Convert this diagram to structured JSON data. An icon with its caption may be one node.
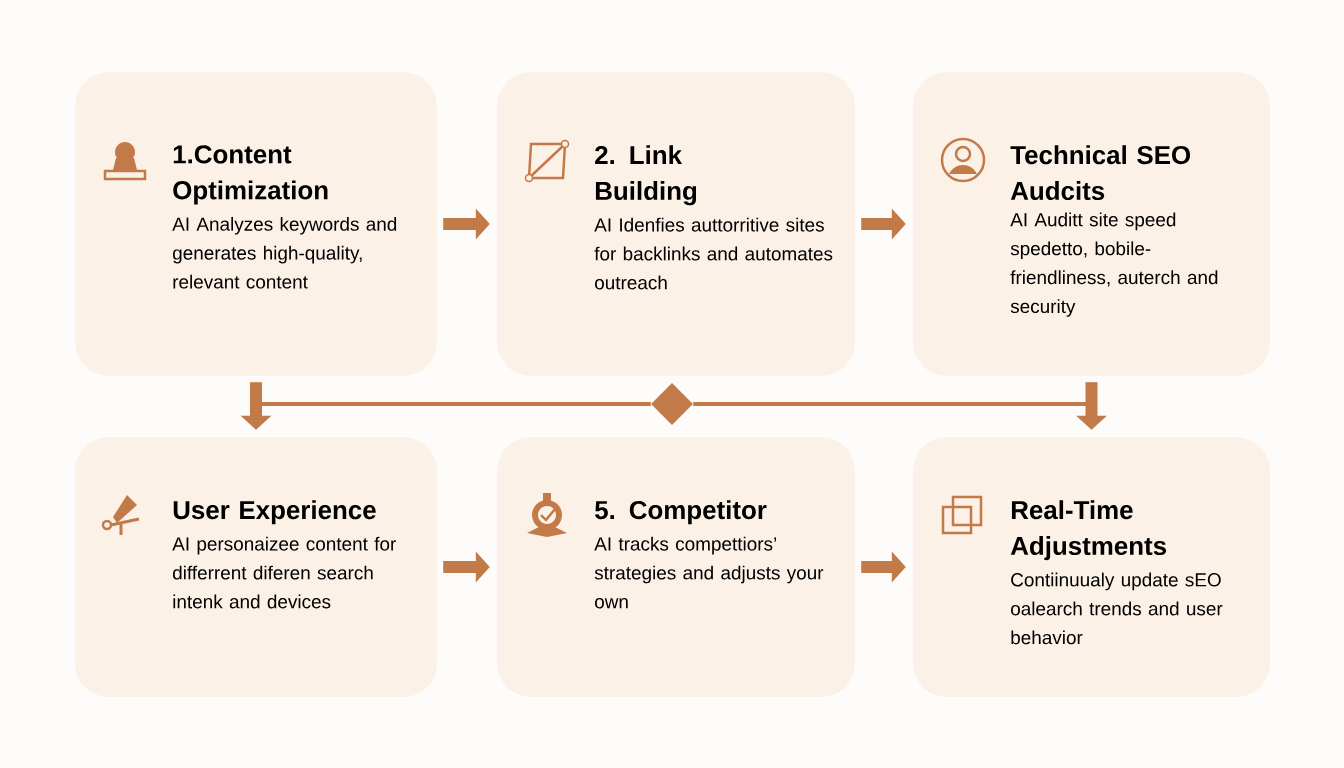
{
  "diagram": {
    "nodes": [
      {
        "text": [
          "1.Content Optimization",
          "AI Analyzes keywords and generates high-quality, relevant content"
        ]
      },
      {
        "text": [
          "2. Link Building",
          "AI Idenfies auttorritive sites for backlinks and automates outreach"
        ]
      },
      {
        "text": [
          "Technical SEO Audcits",
          "AI Auditt site speed spedetto, bobile-friendliness, auterch and security"
        ]
      },
      {
        "text": [
          "User Experience",
          "AI personaizee content for differrent diferen search intenk and devices"
        ]
      },
      {
        "text": [
          "5. Competitor",
          "AI tracks compettiors’ strategies and adjusts your own"
        ]
      },
      {
        "text": [
          "Real-Time Adjustments",
          "Contiinuualy update sEO oalearch trends and user behavior"
        ]
      },
      {
        "text": [],
        "shape": "diamond"
      }
    ],
    "edges": [
      {
        "from": 0,
        "to": 1,
        "arrow": "to"
      },
      {
        "from": 1,
        "to": 2,
        "arrow": "to"
      },
      {
        "from": 0,
        "to": 3,
        "arrow": "to"
      },
      {
        "from": 2,
        "to": 5,
        "arrow": "to"
      },
      {
        "from": 6,
        "to": 3,
        "arrow": "none"
      },
      {
        "from": 6,
        "to": 5,
        "arrow": "none"
      },
      {
        "from": 3,
        "to": 4,
        "arrow": "to"
      },
      {
        "from": 4,
        "to": 5,
        "arrow": "to"
      }
    ]
  }
}
